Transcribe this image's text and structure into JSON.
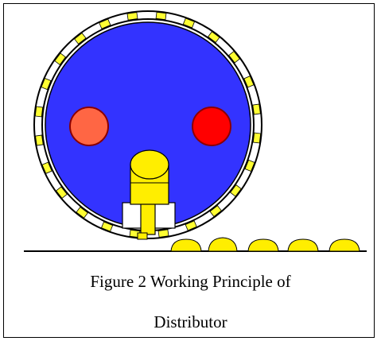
{
  "caption": {
    "line1": "Figure 2 Working Principle of",
    "line2": "Distributor"
  },
  "colors": {
    "drum_fill": "#3333ff",
    "drum_outline": "#000000",
    "ring_fill": "#ffffff",
    "slot_fill": "#ffff33",
    "left_lamp_fill": "#ff6644",
    "right_lamp_fill": "#ff0000",
    "piston_fill": "#ffee00",
    "piston_base_fill": "#ffffff",
    "product_fill": "#ffee00",
    "conveyor_line": "#000000"
  },
  "icons": {
    "drum": "rotating-distributor-drum",
    "left_lamp": "orange-indicator-circle",
    "right_lamp": "red-indicator-circle",
    "piston": "pusher-piston",
    "products": "dough-piece-on-conveyor"
  }
}
